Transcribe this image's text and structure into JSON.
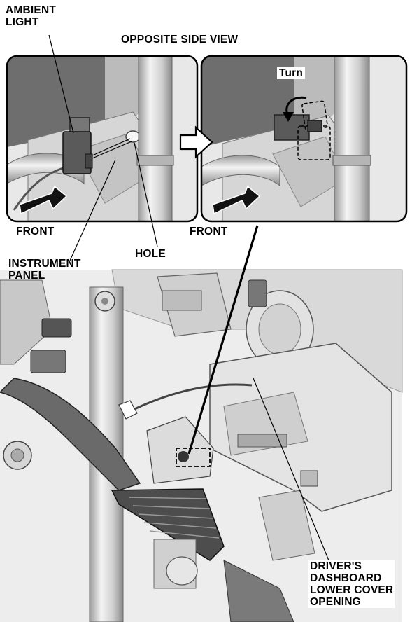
{
  "labels": {
    "ambient_light": "AMBIENT\nLIGHT",
    "opposite_side_view": "OPPOSITE SIDE VIEW",
    "turn": "Turn",
    "front_left": "FRONT",
    "front_right": "FRONT",
    "hole": "HOLE",
    "instrument_panel": "INSTRUMENT\nPANEL",
    "drivers_cover": "DRIVER'S\nDASHBOARD\nLOWER COVER\nOPENING"
  },
  "colors": {
    "ink": "#000000",
    "panel_fill": "#e6e6e6",
    "dark_part": "#555555",
    "mid_gray": "#bdbdbd",
    "light_gray": "#f2f2f2"
  },
  "icons": {
    "view_arrow": "right-outline-arrow-icon",
    "front_arrow": "front-direction-arrow-icon",
    "turn_arrow": "rotate-arrow-icon"
  }
}
